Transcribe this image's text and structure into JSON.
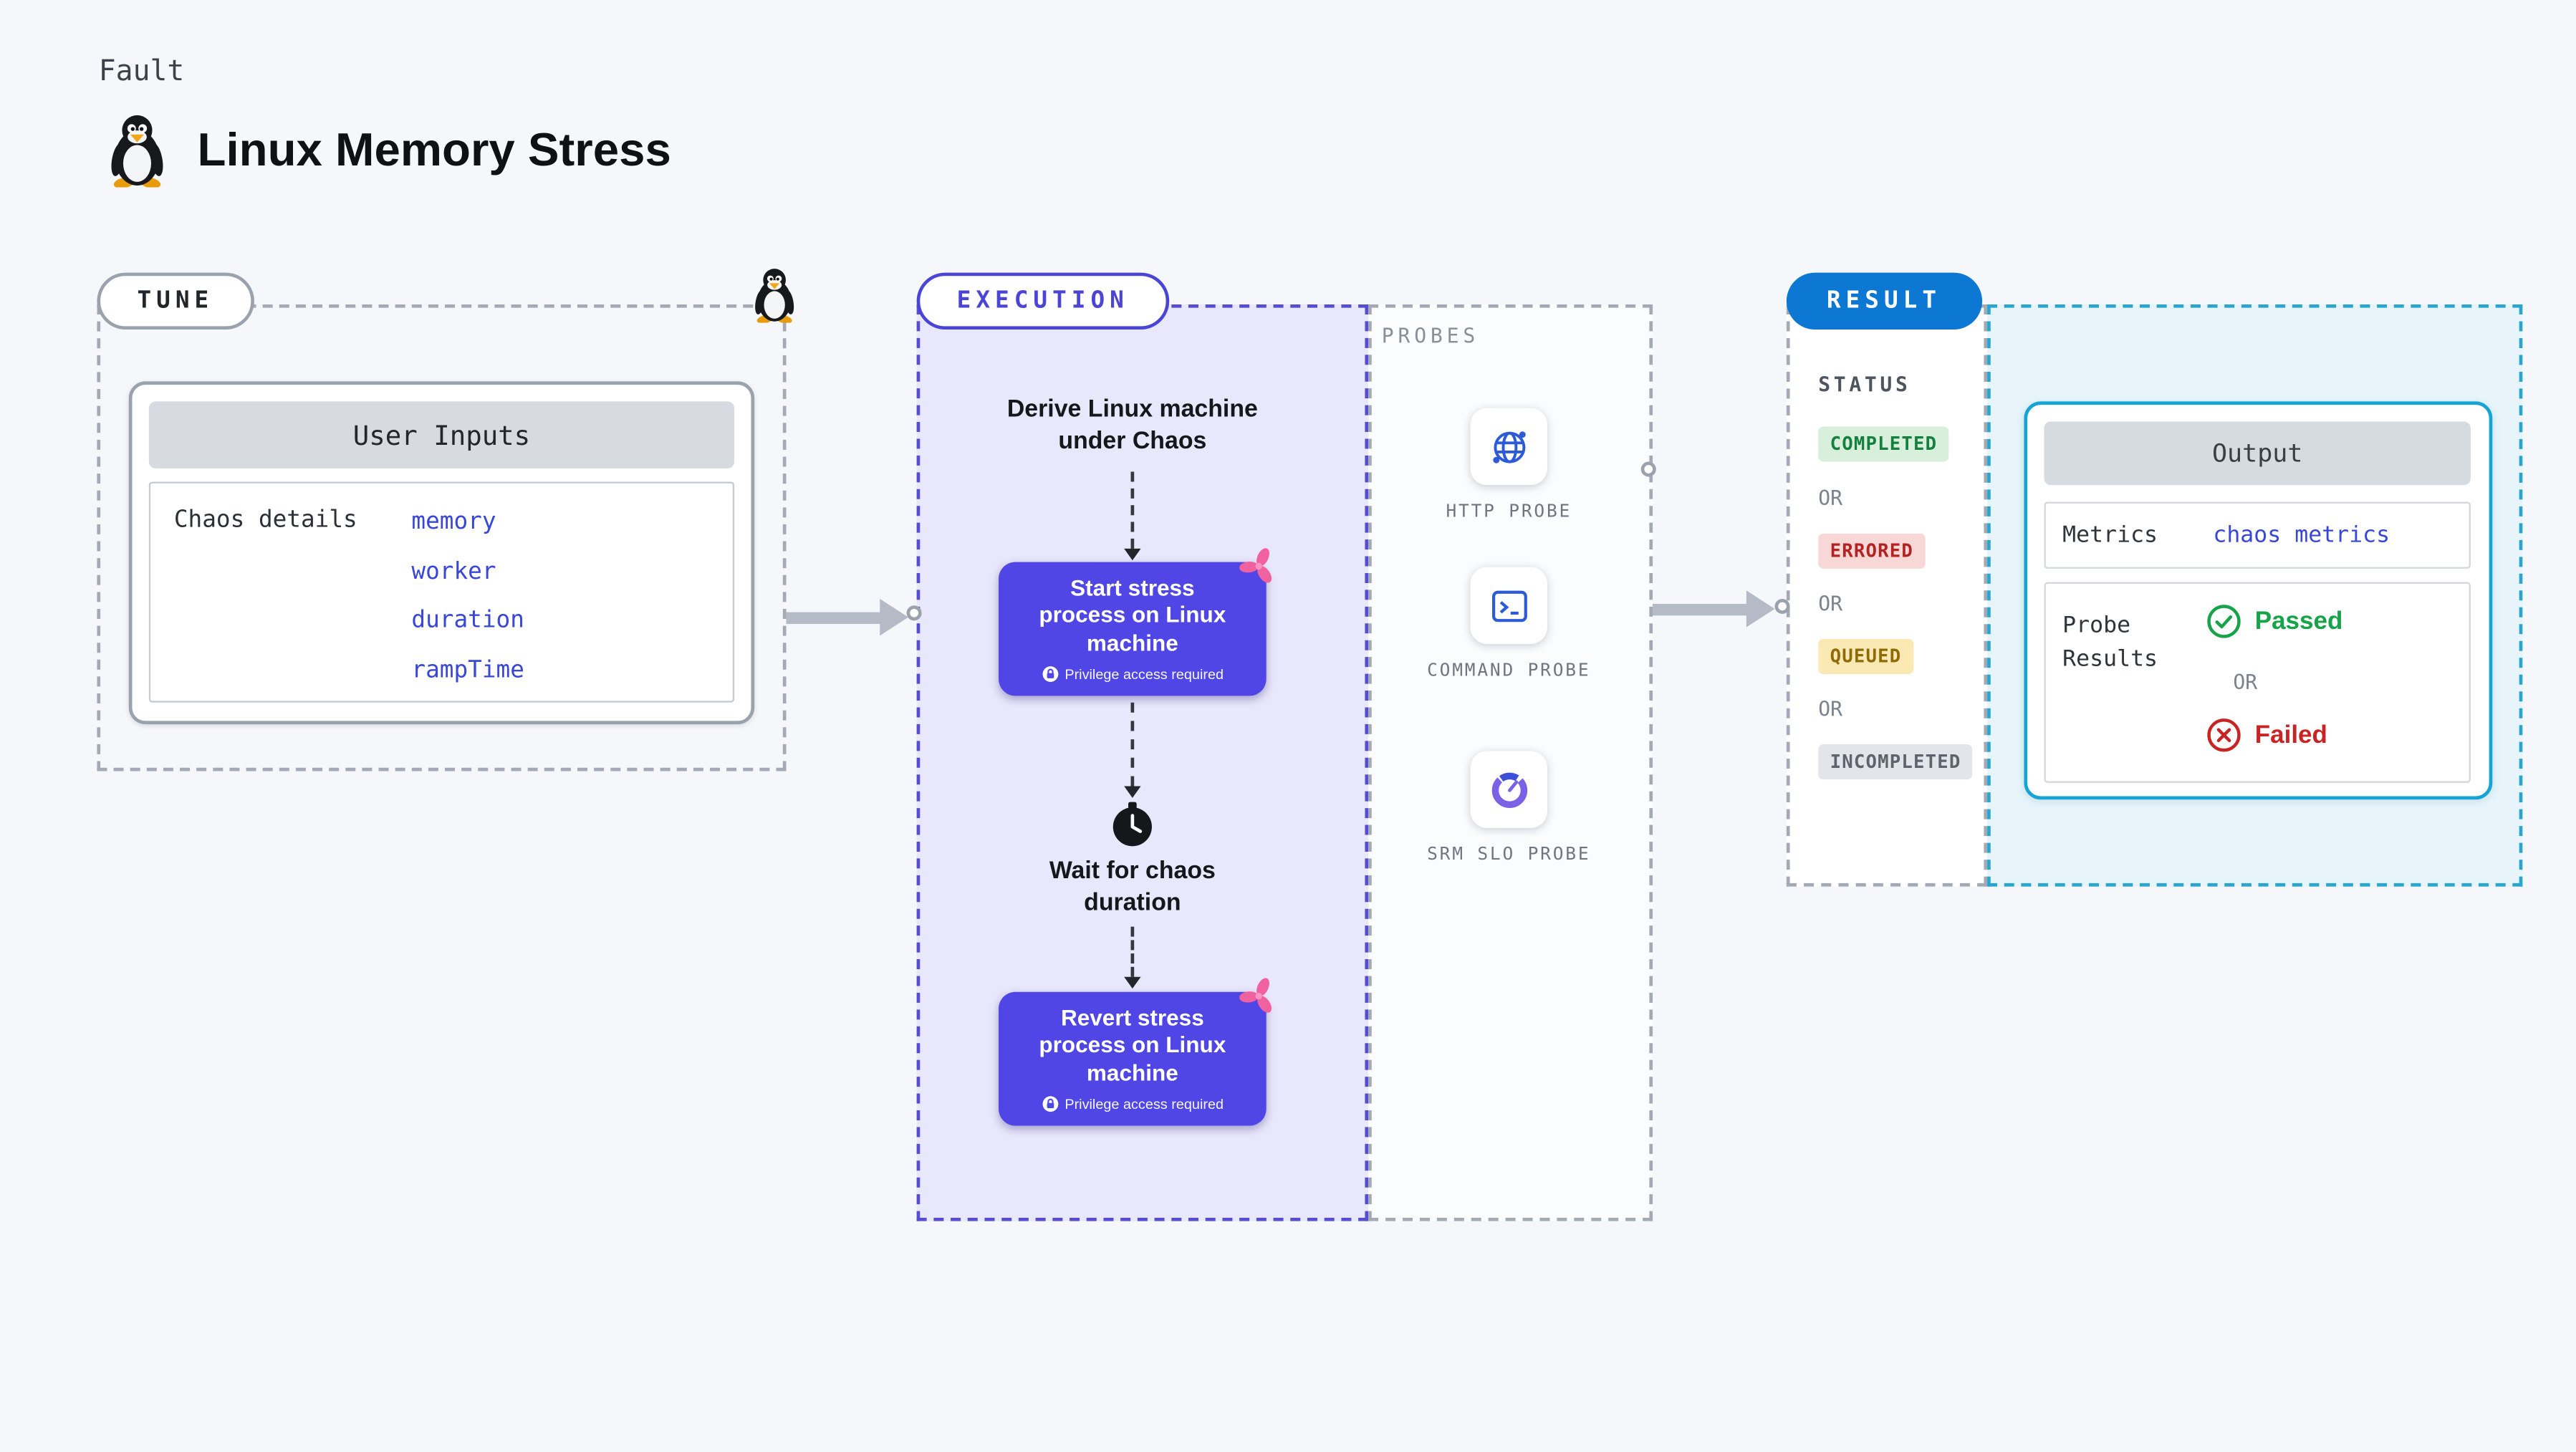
{
  "header": {
    "kicker": "Fault",
    "title": "Linux Memory Stress"
  },
  "tune": {
    "label": "TUNE",
    "card_title": "User Inputs",
    "details_label": "Chaos details",
    "values": [
      "memory",
      "worker",
      "duration",
      "rampTime"
    ]
  },
  "execution": {
    "label": "EXECUTION",
    "derive_text": "Derive Linux machine under Chaos",
    "step1": {
      "title": "Start stress process on Linux machine",
      "badge": "Privilege access required"
    },
    "wait_text": "Wait for chaos duration",
    "step2": {
      "title": "Revert stress process on Linux machine",
      "badge": "Privilege access required"
    }
  },
  "probes": {
    "label": "PROBES",
    "items": [
      {
        "label": "HTTP PROBE",
        "icon": "globe-network-icon"
      },
      {
        "label": "COMMAND PROBE",
        "icon": "terminal-icon"
      },
      {
        "label": "SRM SLO PROBE",
        "icon": "donut-chart-icon"
      }
    ]
  },
  "result": {
    "label": "RESULT",
    "status_heading": "STATUS",
    "statuses": [
      "COMPLETED",
      "ERRORED",
      "QUEUED",
      "INCOMPLETED"
    ],
    "or": "OR",
    "output": {
      "title": "Output",
      "metrics_label": "Metrics",
      "metrics_value": "chaos metrics",
      "probe_results_label": "Probe Results",
      "passed_label": "Passed",
      "failed_label": "Failed",
      "or": "OR"
    }
  },
  "colors": {
    "page_bg": "#f5f7fa",
    "indigo_accent": "#4f46e5",
    "result_blue": "#0d78d4",
    "teal_accent": "#16a4d4",
    "link_blue": "#3847d6",
    "success_green": "#15803d",
    "error_red": "#b42222",
    "queued_yellow": "#8f6a06",
    "chaos_pink": "#f0629f"
  }
}
